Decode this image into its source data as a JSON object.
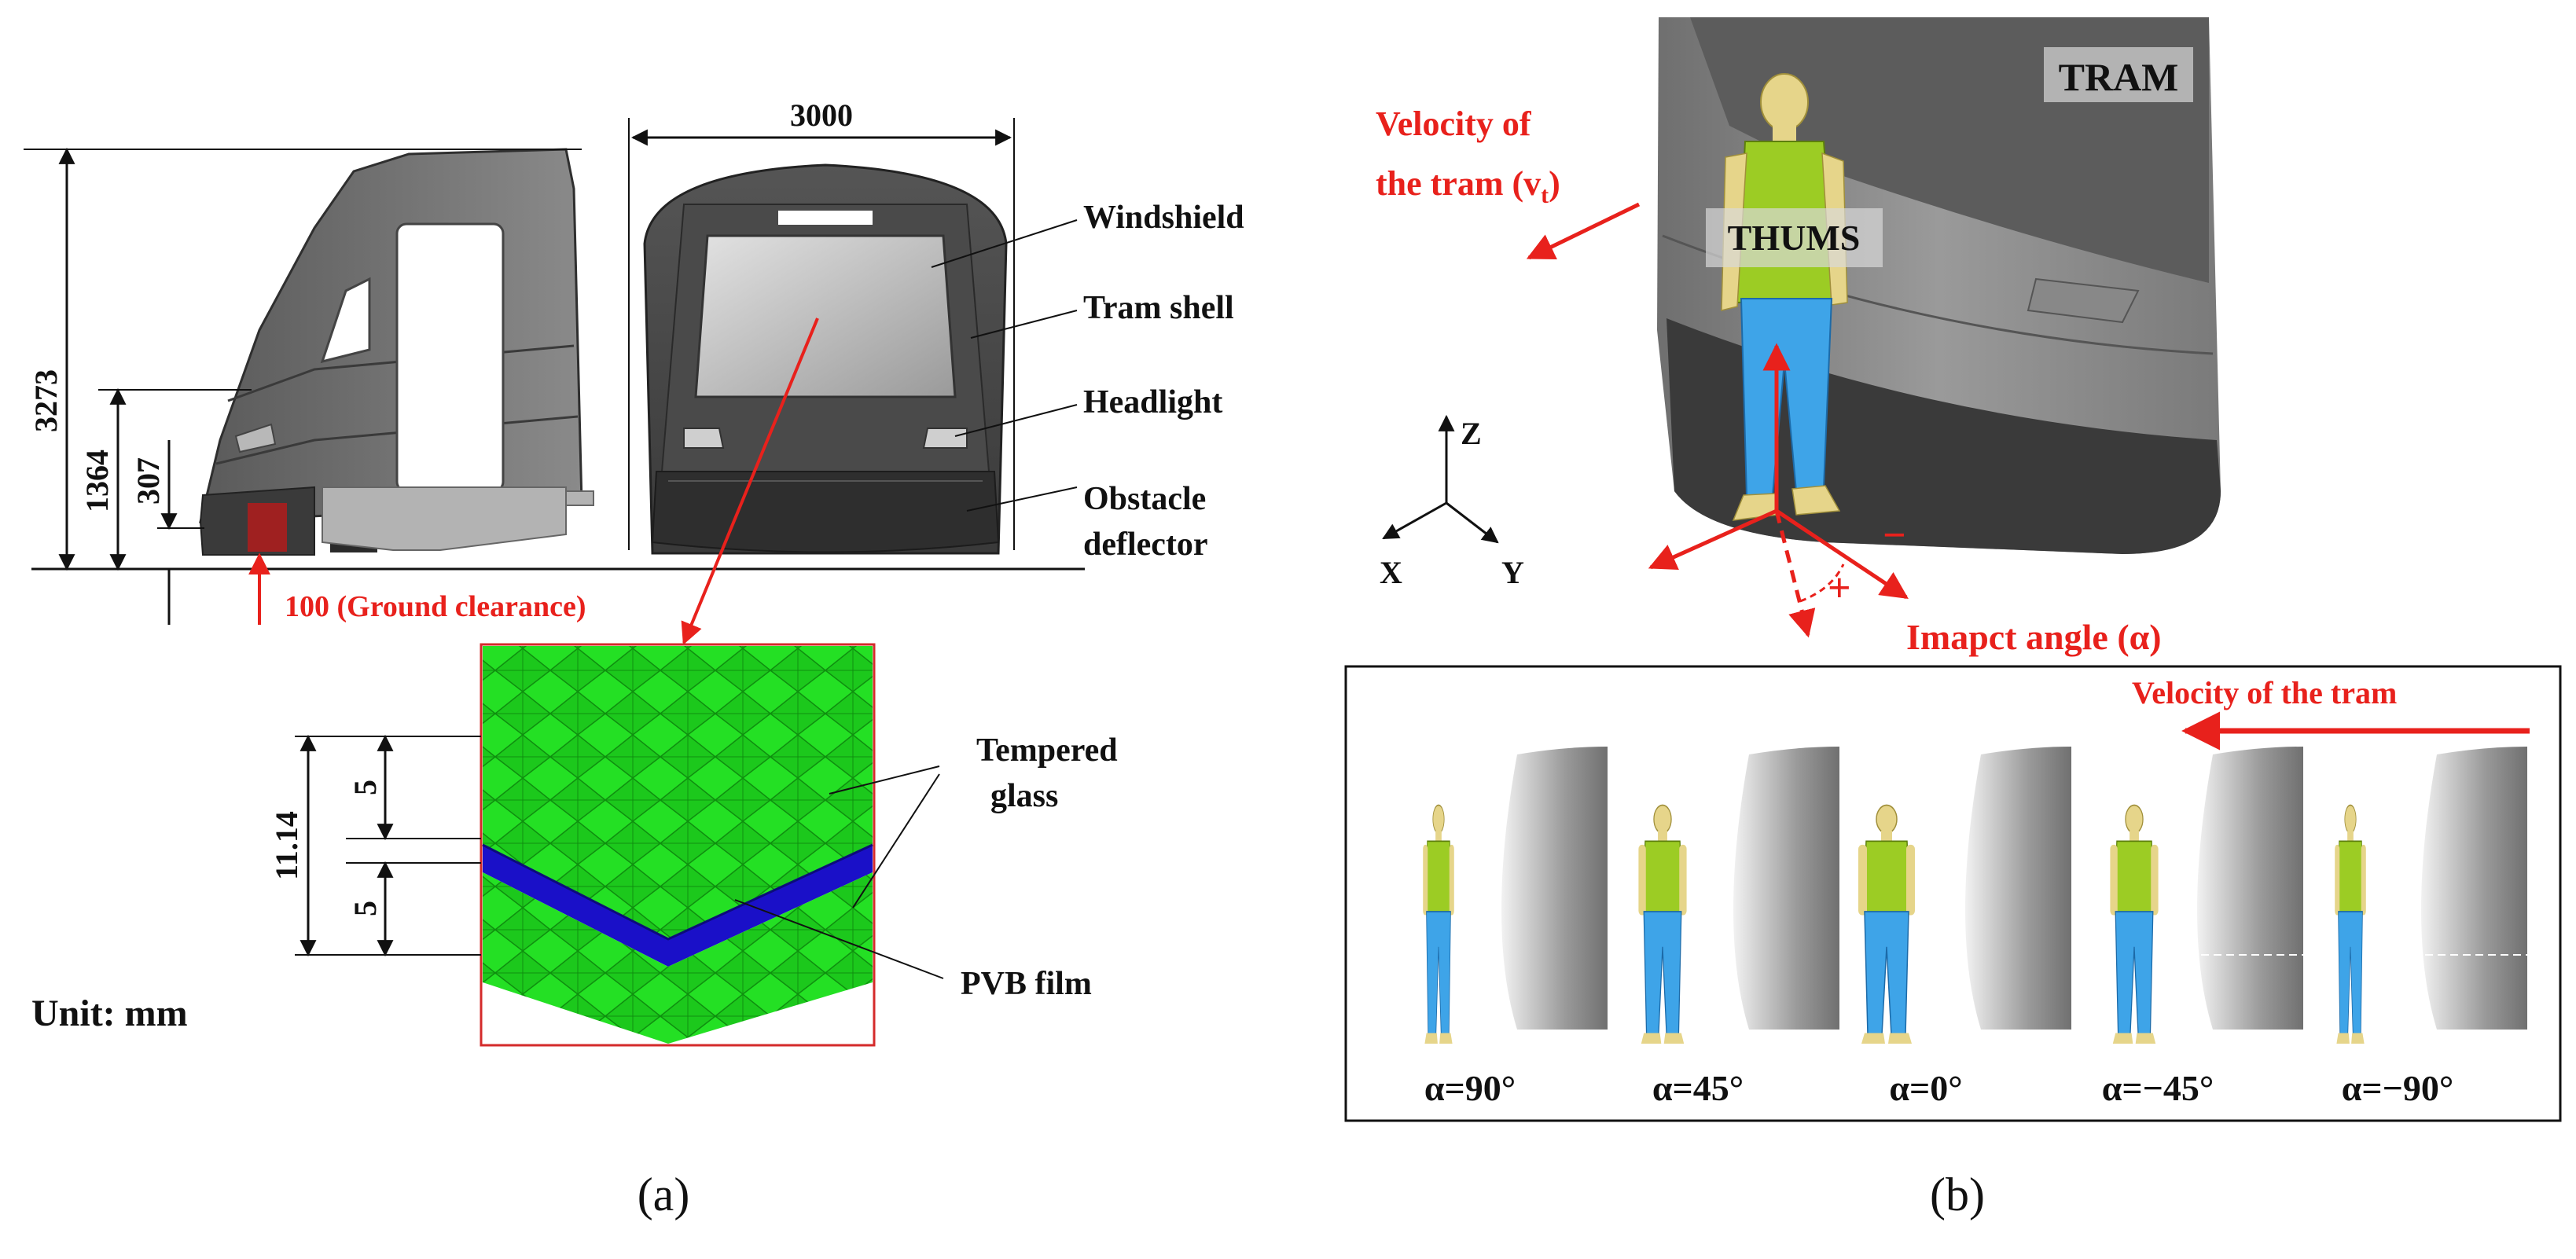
{
  "panel_a": {
    "caption": "(a)",
    "dims": {
      "overall_height": "3273",
      "mid_height": "1364",
      "deflector_height": "307",
      "width": "3000",
      "ground_clearance": "100 (Ground clearance)"
    },
    "labels": {
      "windshield": "Windshield",
      "tram_shell": "Tram shell",
      "headlight": "Headlight",
      "obstacle_l1": "Obstacle",
      "obstacle_l2": "deflector",
      "tempered_l1": "Tempered",
      "tempered_l2": "glass",
      "pvb": "PVB film",
      "unit": "Unit: mm"
    },
    "glass_dims": {
      "total": "11.14",
      "top_layer": "5",
      "bottom_layer": "5"
    }
  },
  "panel_b": {
    "caption": "(b)",
    "tram_label": "TRAM",
    "thums_label": "THUMS",
    "velocity_l1": "Velocity of",
    "velocity_l2": "the tram (v",
    "velocity_sub": "t",
    "velocity_close": ")",
    "axes": {
      "z": "Z",
      "x": "X",
      "y": "Y"
    },
    "plus": "+",
    "minus": "−",
    "impact_angle": "Imapct angle (α)",
    "inset_velocity": "Velocity of the tram",
    "angles": [
      "α=90°",
      "α=45°",
      "α=0°",
      "α=−45°",
      "α=−90°"
    ]
  },
  "colors": {
    "annotation_red": "#e8211c",
    "glass_green": "#22dd22",
    "pvb_blue": "#1a10c8",
    "skin": "#e6d58a",
    "shirt": "#9ccc24",
    "pants": "#3ea4e8"
  }
}
